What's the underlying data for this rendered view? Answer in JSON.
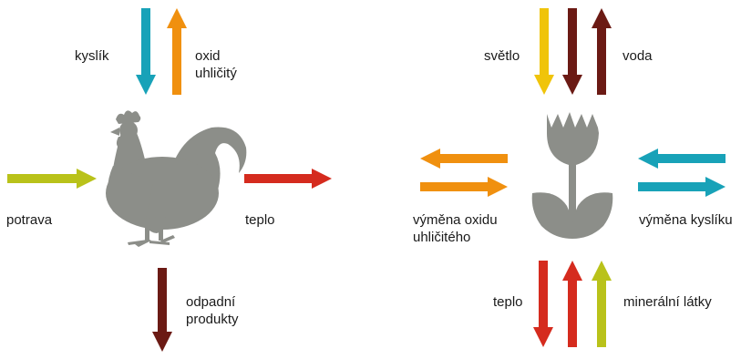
{
  "colors": {
    "oxygen": "#18A2B8",
    "co2": "#F0900F",
    "food": "#B9C21A",
    "heat": "#D52B1E",
    "waste": "#6B1A14",
    "light": "#F0C40A",
    "water": "#6B1A14",
    "minerals": "#B9C21A",
    "silhouette": "#8C8E89"
  },
  "animal": {
    "name": "rooster",
    "oxygen_label": "kyslík",
    "co2_label": "oxid\nuhličitý",
    "food_label": "potrava",
    "heat_label": "teplo",
    "waste_label": "odpadní\nprodukty"
  },
  "plant": {
    "name": "flower",
    "light_label": "světlo",
    "water_label": "voda",
    "co2_exchange_label": "výměna oxidu\nuhličitého",
    "oxygen_exchange_label": "výměna kyslíku",
    "heat_label": "teplo",
    "minerals_label": "minerální látky"
  }
}
